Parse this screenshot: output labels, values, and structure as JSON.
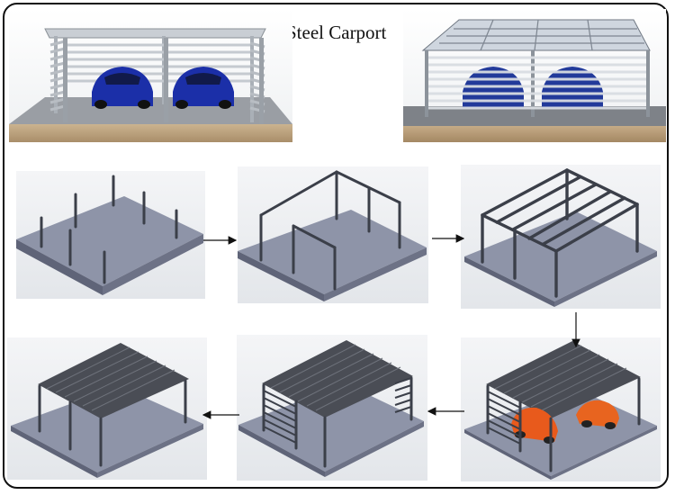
{
  "title": "Steel Carport",
  "renders": {
    "left": {
      "description_icon": "carport-render-two-cars",
      "car_color": "#1b2fa8"
    },
    "right": {
      "description_icon": "carport-render-top-view",
      "car_color": "#1b2fa8"
    }
  },
  "steps": [
    {
      "name": "step-1-columns"
    },
    {
      "name": "step-2-frame"
    },
    {
      "name": "step-3-beams"
    },
    {
      "name": "step-4-roof-panels"
    },
    {
      "name": "step-5-side-slats"
    },
    {
      "name": "step-6-cars"
    }
  ],
  "colors": {
    "slab": "#8e94a8",
    "slab_side": "#5f6478",
    "steel": "#3b3f49",
    "roof": "#4a4d55",
    "car_orange": "#e85a1c"
  }
}
